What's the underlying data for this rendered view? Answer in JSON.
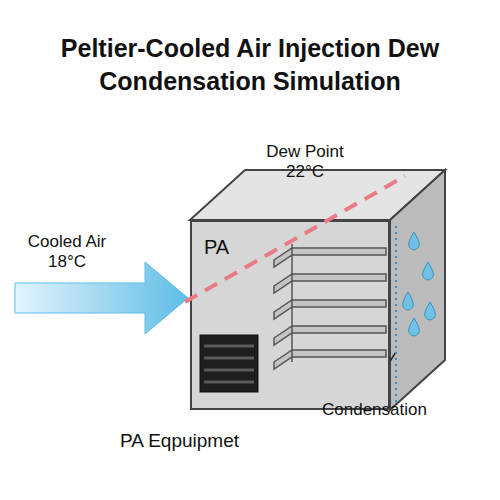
{
  "diagram": {
    "title": "Peltier-Cooled Air Injection Dew Condensation Simulation",
    "nodes": [
      {
        "text": [
          "PA"
        ]
      }
    ],
    "labels": [
      "Dew Point 22°C",
      "Cooled Air 18°C",
      "Condensation",
      "PA Eqpuipmet"
    ]
  }
}
